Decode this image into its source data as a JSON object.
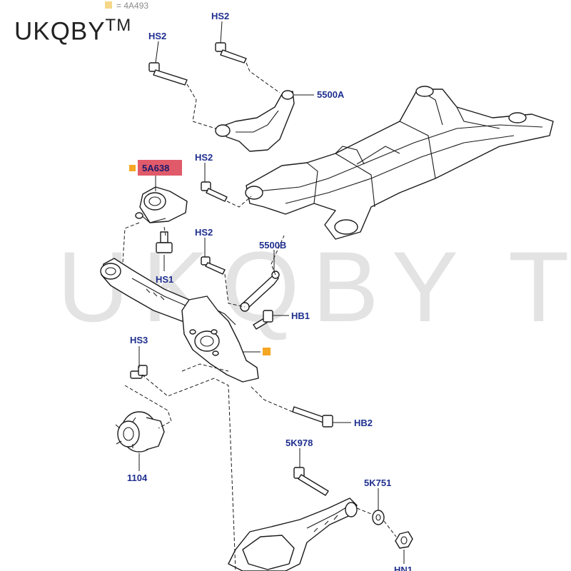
{
  "watermark": {
    "brand": "UKQBY",
    "tm": "TM",
    "big_text": "UKQBY TM"
  },
  "legend": {
    "text": "= 4A493",
    "color": "#f5a623"
  },
  "highlight_color": "#e05a6a",
  "label_color": "#1f2f8f",
  "callouts": {
    "hs2_a": "HS2",
    "hs2_b": "HS2",
    "arm_5500a": "5500A",
    "hs2_c": "HS2",
    "bushing_5a638": "5A638",
    "hs2_d": "HS2",
    "hs1": "HS1",
    "link_5500b": "5500B",
    "hb1": "HB1",
    "hs3": "HS3",
    "hb2": "HB2",
    "hub_1104": "1104",
    "bolt_5k978": "5K978",
    "washer_5k751": "5K751",
    "nut_hn1": "HN1"
  }
}
